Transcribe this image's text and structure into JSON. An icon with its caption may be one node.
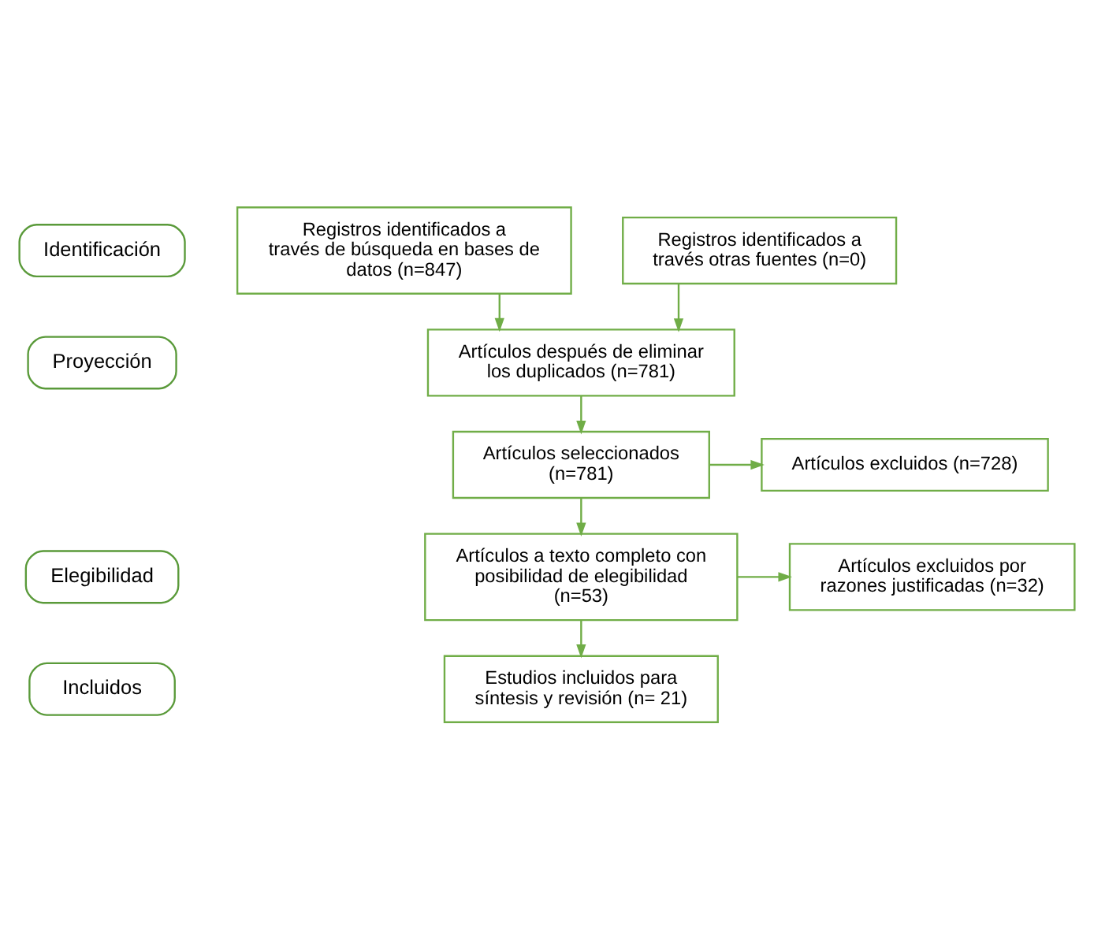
{
  "diagram": {
    "nodes": [
      {
        "text": [
          "Identificación"
        ]
      },
      {
        "text": [
          "Registros identificados a través de búsqueda en bases de datos (n=847)"
        ]
      },
      {
        "text": [
          "Registros identificados a través otras fuentes (n=0)"
        ]
      },
      {
        "text": [
          "Proyección"
        ]
      },
      {
        "text": [
          "Artículos después de eliminar los duplicados (n=781)"
        ]
      },
      {
        "text": [
          "Artículos seleccionados (n=781)"
        ]
      },
      {
        "text": [
          "Artículos excluidos (n=728)"
        ]
      },
      {
        "text": [
          "Elegibilidad"
        ]
      },
      {
        "text": [
          "Artículos a texto completo con posibilidad de elegibilidad (n=53)"
        ]
      },
      {
        "text": [
          "Artículos excluidos por razones justificadas (n=32)"
        ]
      },
      {
        "text": [
          "Incluidos"
        ]
      },
      {
        "text": [
          "Estudios incluidos para síntesis y revisión (n= 21)"
        ]
      }
    ],
    "edges": [
      {
        "from": 1,
        "to": 4,
        "arrow": "to"
      },
      {
        "from": 2,
        "to": 4,
        "arrow": "to"
      },
      {
        "from": 4,
        "to": 5,
        "arrow": "to"
      },
      {
        "from": 5,
        "to": 6,
        "arrow": "to"
      },
      {
        "from": 5,
        "to": 8,
        "arrow": "to"
      },
      {
        "from": 8,
        "to": 9,
        "arrow": "to"
      },
      {
        "from": 8,
        "to": 11,
        "arrow": "to"
      }
    ]
  }
}
